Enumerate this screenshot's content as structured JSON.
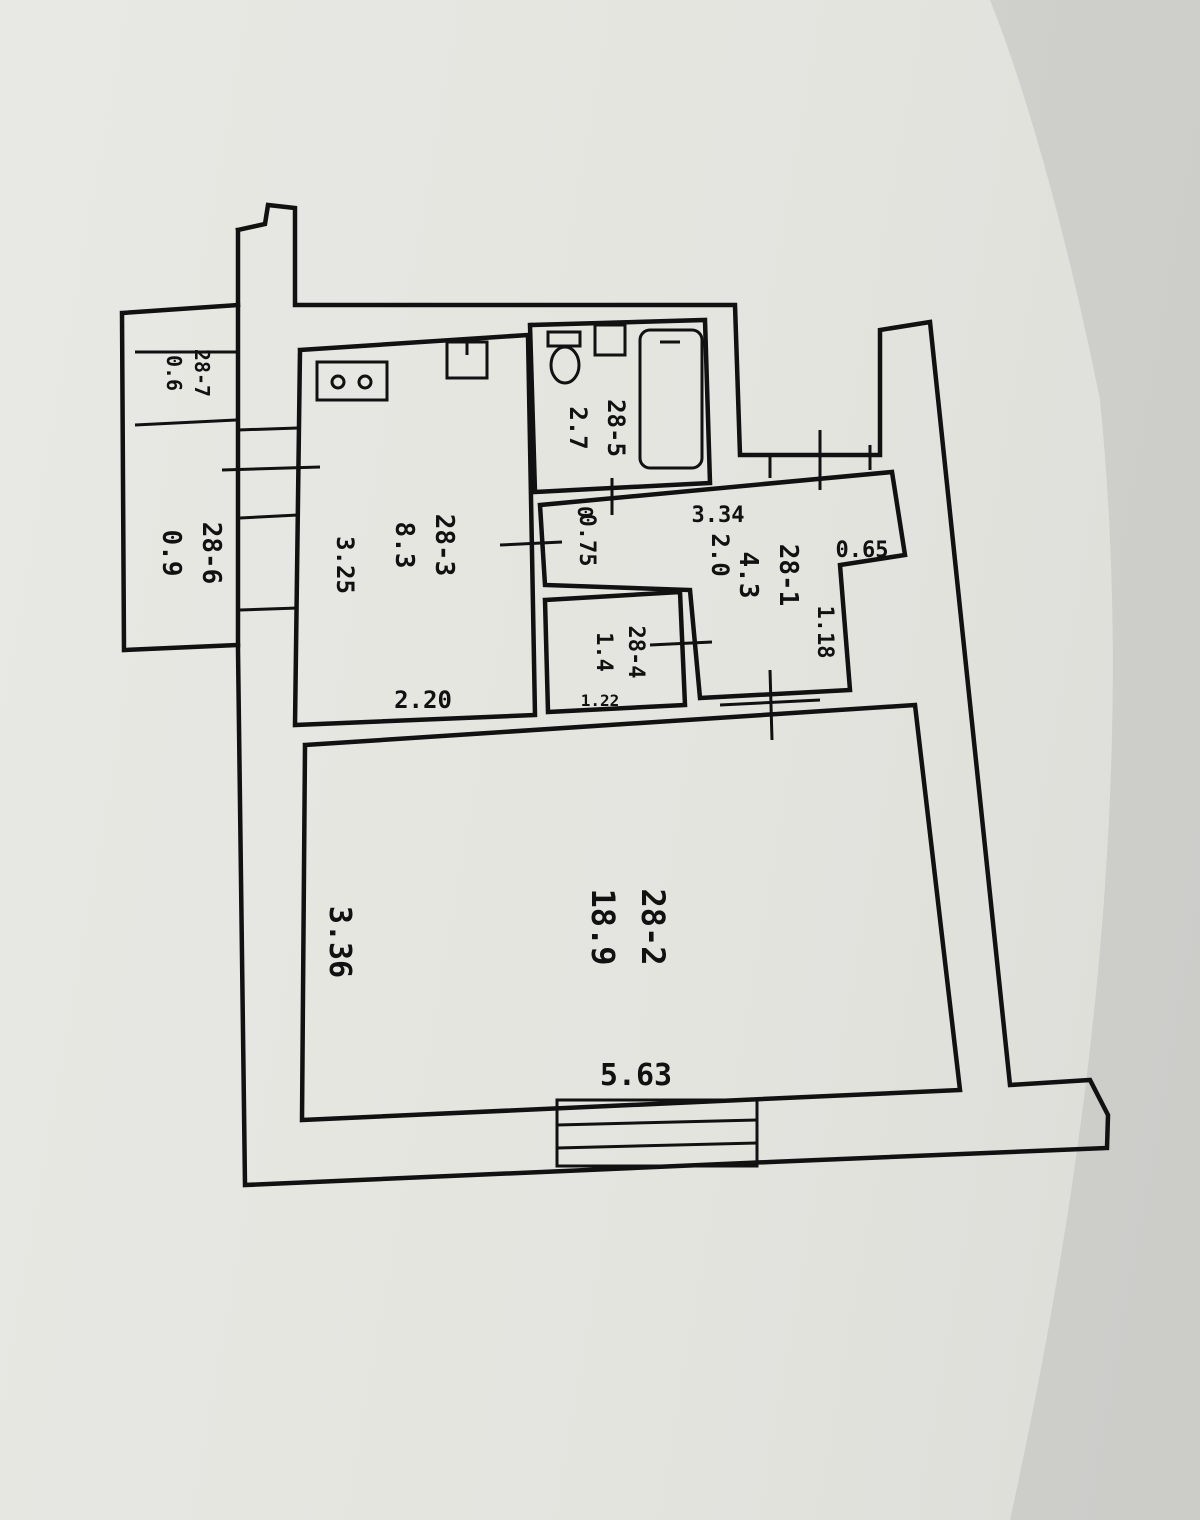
{
  "rooms": {
    "r1": {
      "number": "28-1",
      "area": "4.3"
    },
    "r2": {
      "number": "28-2",
      "area": "18.9"
    },
    "r3": {
      "number": "28-3",
      "area": "8.3"
    },
    "r4": {
      "number": "28-4",
      "area": "1.4"
    },
    "r5": {
      "number": "28-5",
      "area": "2.7"
    },
    "r6": {
      "number": "28-6",
      "area": "0.9"
    },
    "r7": {
      "number": "28-7",
      "area": "0.6"
    }
  },
  "dimensions": {
    "kitchen_height": "3.25",
    "kitchen_width": "2.20",
    "hall_width": "3.34",
    "hall_depth": "2.0",
    "hall_side": "0.65",
    "hall_passage": "1.18",
    "corridor_width": "0.75",
    "corridor_marker": "0",
    "closet_width": "1.22",
    "living_height": "3.36",
    "living_width": "5.63"
  }
}
